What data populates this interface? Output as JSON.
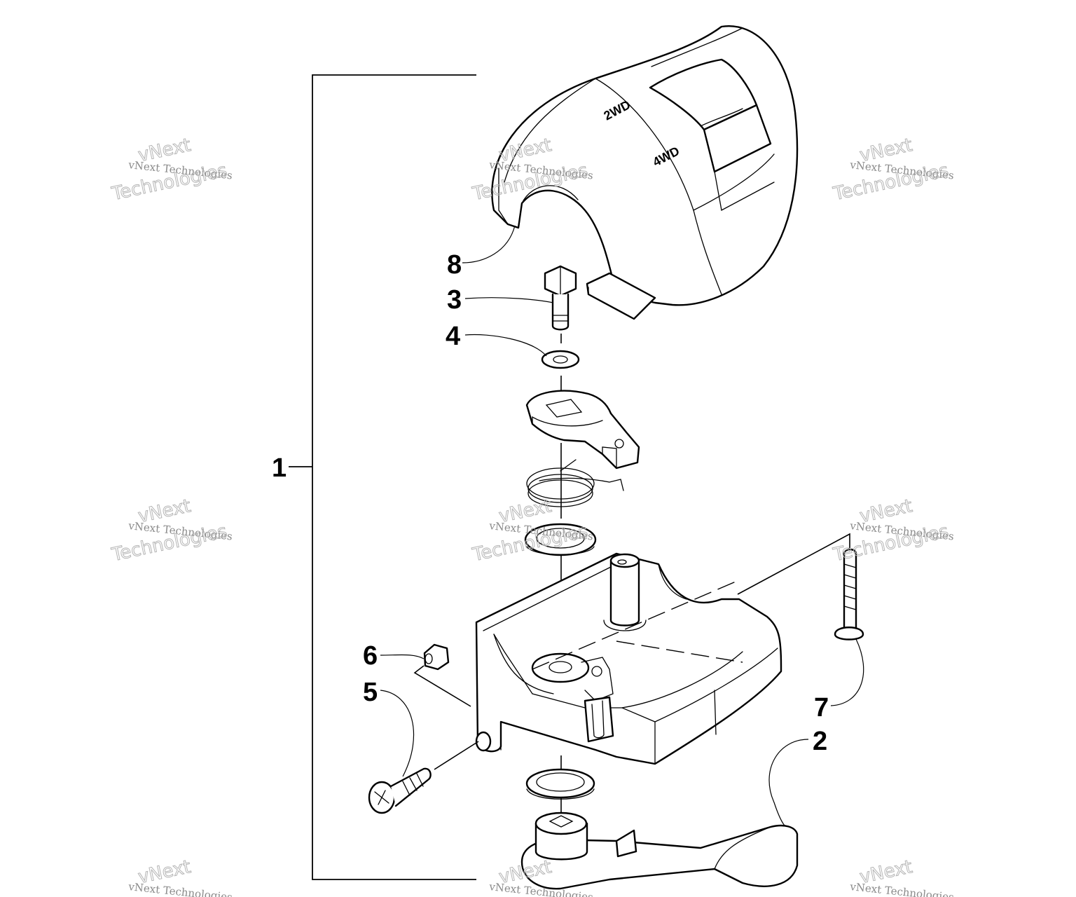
{
  "diagram": {
    "callouts": [
      {
        "id": "1",
        "label": "1"
      },
      {
        "id": "2",
        "label": "2"
      },
      {
        "id": "3",
        "label": "3"
      },
      {
        "id": "4",
        "label": "4"
      },
      {
        "id": "5",
        "label": "5"
      },
      {
        "id": "6",
        "label": "6"
      },
      {
        "id": "7",
        "label": "7"
      },
      {
        "id": "8",
        "label": "8"
      }
    ],
    "switch_labels": {
      "two_wd": "2WD",
      "four_wd": "4WD"
    }
  },
  "watermark": {
    "line_small": "vNext Technologies",
    "line_big_1": "vNext",
    "line_big_2": "Technologies"
  },
  "colors": {
    "ink": "#000000",
    "watermark": "#8a8a8a"
  }
}
